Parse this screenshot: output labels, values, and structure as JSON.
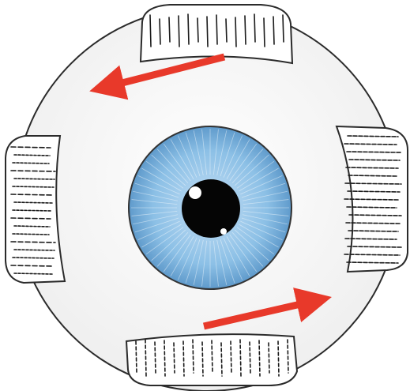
{
  "diagram": {
    "subject": "eyeball-front-view",
    "elements": {
      "sclera": "eyeball",
      "iris": "iris",
      "pupil": "pupil",
      "muscles": [
        "superior-muscle",
        "inferior-muscle",
        "medial-muscle",
        "lateral-muscle"
      ],
      "arrows": [
        "rotation-arrow-top",
        "rotation-arrow-bottom"
      ]
    },
    "colors": {
      "outline": "#2b2b2b",
      "sclera": "#f7f7f7",
      "muscle_fill": "#ffffff",
      "muscle_hatch": "#1a1a1a",
      "iris": "#7fb6e0",
      "iris_dark": "#5d97c8",
      "iris_light": "#d6ebf8",
      "pupil": "#050505",
      "arrow": "#e8392a"
    }
  }
}
